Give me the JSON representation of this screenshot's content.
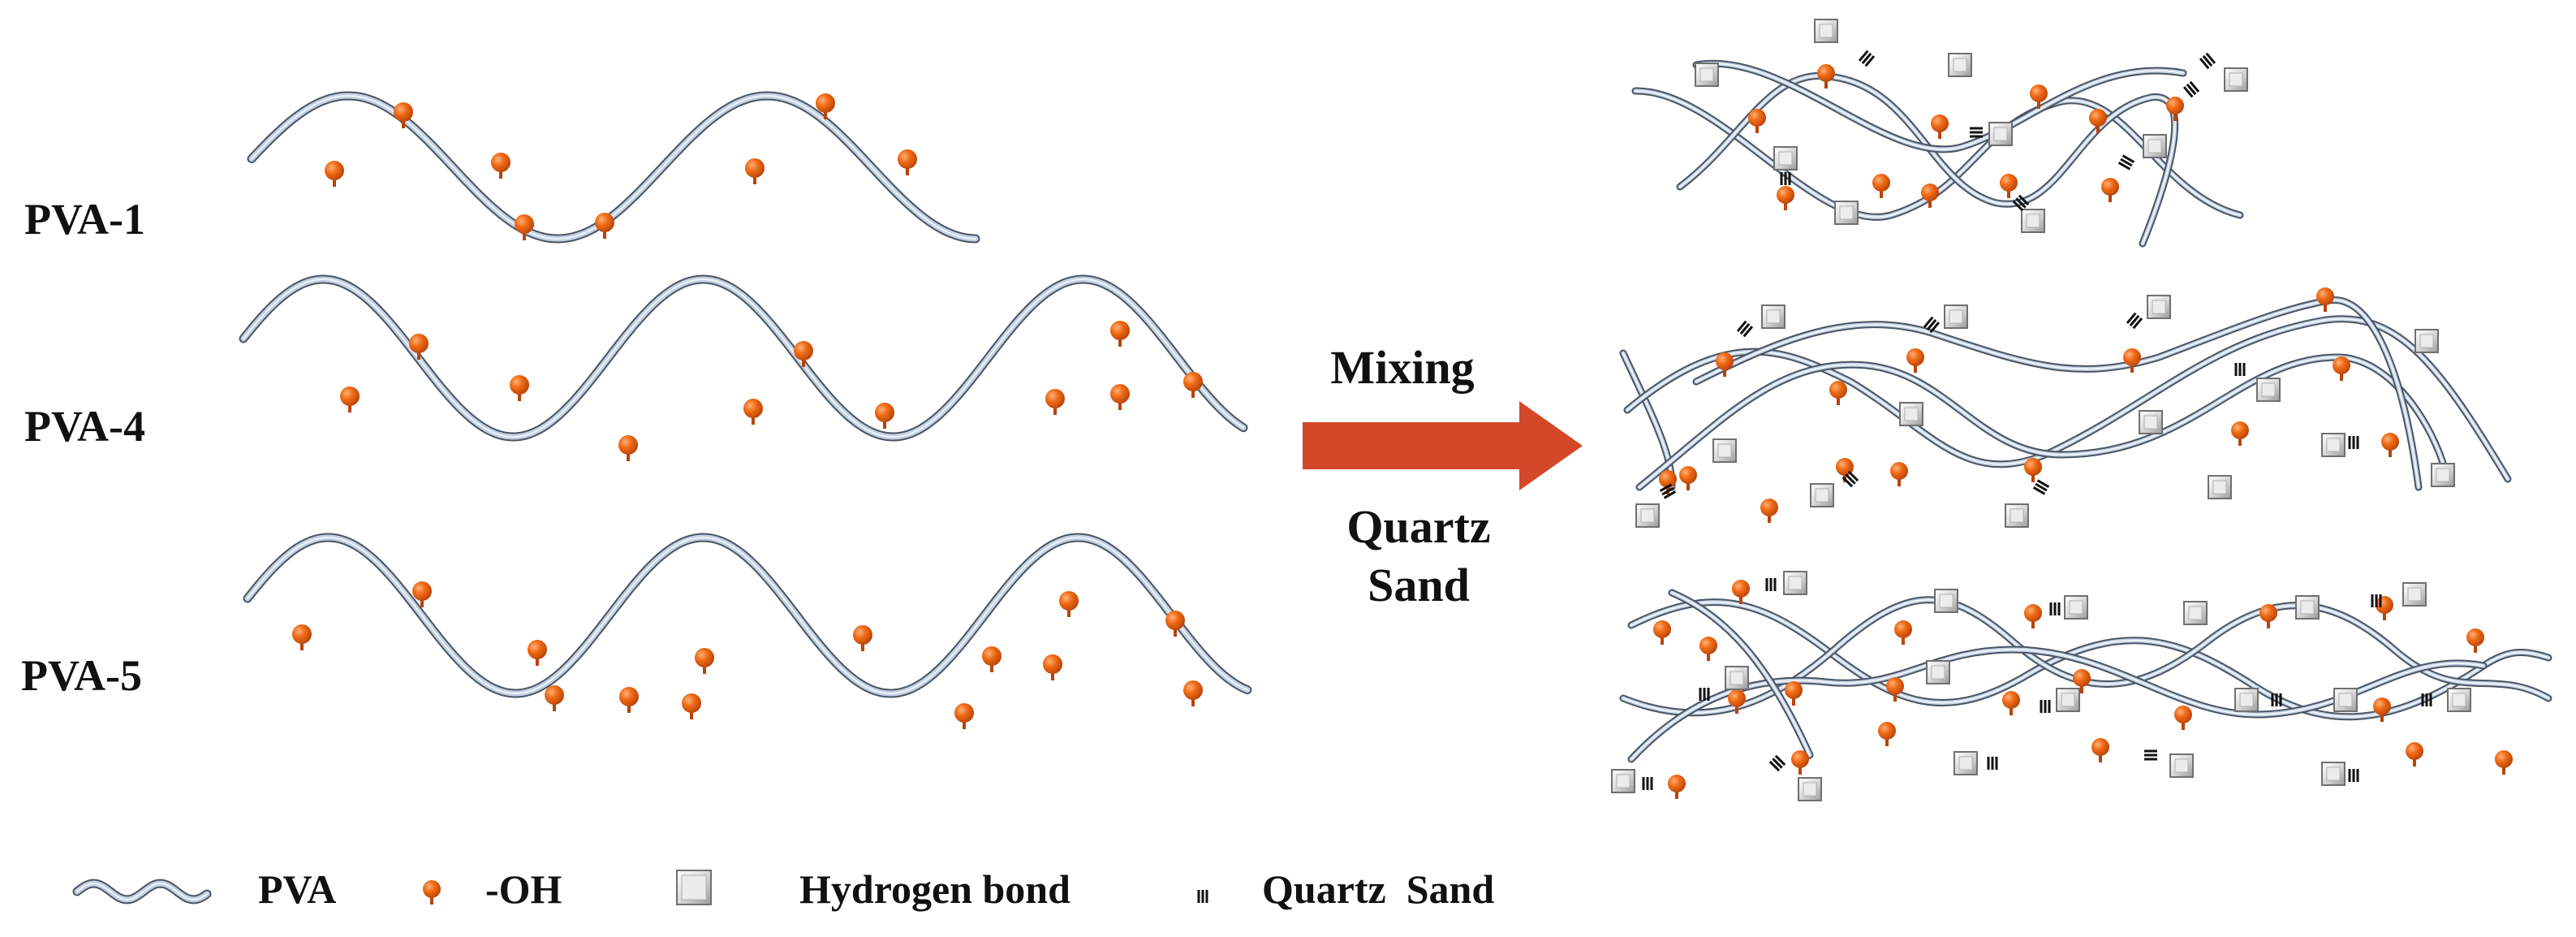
{
  "left_chains": [
    {
      "label": "PVA-1"
    },
    {
      "label": "PVA-4"
    },
    {
      "label": "PVA-5"
    }
  ],
  "process": {
    "above_arrow": "Mixing",
    "below_arrow_line1": "Quartz",
    "below_arrow_line2": "Sand"
  },
  "legend": [
    {
      "icon": "pva-chain-icon",
      "label": "PVA"
    },
    {
      "icon": "hydroxyl-icon",
      "label": "-OH"
    },
    {
      "icon": "quartz-sand-icon",
      "label": "Hydrogen bond"
    },
    {
      "icon": "hydrogen-bond-icon",
      "label": "Quartz  Sand"
    }
  ],
  "colors": {
    "chain_light": "#c3d0e3",
    "chain_dark": "#4a5563",
    "hydroxyl": "#e8620f",
    "arrow": "#d4482a",
    "square_face": "#d8d8d8",
    "square_edge": "#707070",
    "text": "#111111"
  }
}
